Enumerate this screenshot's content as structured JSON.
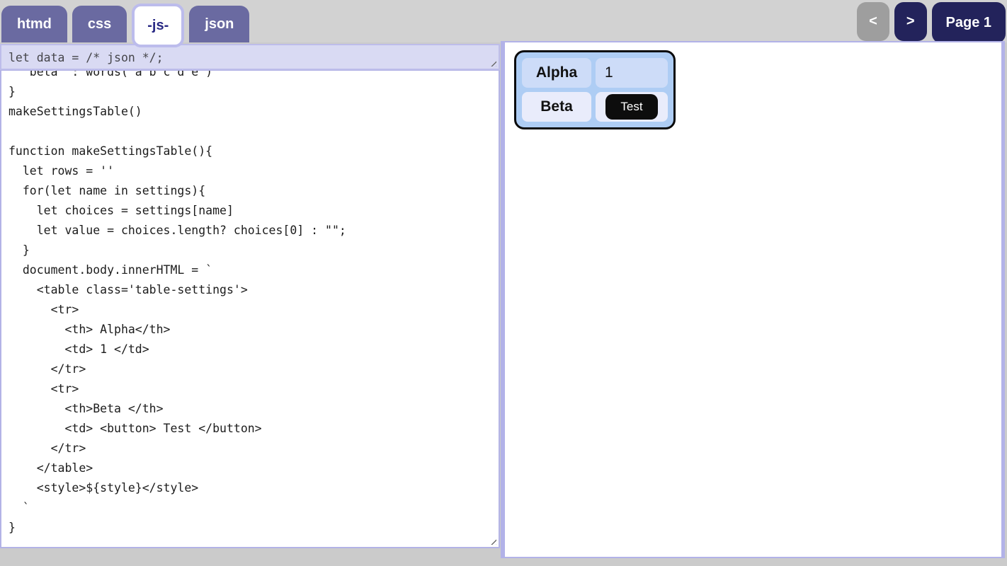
{
  "tabs": [
    {
      "label": "htmd"
    },
    {
      "label": "css"
    },
    {
      "label": "-js-"
    },
    {
      "label": "json"
    }
  ],
  "pager": {
    "prev_label": "<",
    "next_label": ">",
    "page_label": "Page 1"
  },
  "editor": {
    "header_line": "let data = /* json */;",
    "code": "  'beta' : words('a b c d e')\n}\nmakeSettingsTable()\n\nfunction makeSettingsTable(){\n  let rows = ''\n  for(let name in settings){\n    let choices = settings[name]\n    let value = choices.length? choices[0] : \"\";\n  }\n  document.body.innerHTML = `\n    <table class='table-settings'>\n      <tr>\n        <th> Alpha</th>\n        <td> 1 </td>\n      </tr>\n      <tr>\n        <th>Beta </th>\n        <td> <button> Test </button>\n      </tr>\n    </table>\n    <style>${style}</style>\n  `\n}"
  },
  "preview": {
    "rows": [
      {
        "name": "Alpha",
        "value": "1",
        "type": "text"
      },
      {
        "name": "Beta",
        "value": "Test",
        "type": "button"
      }
    ]
  },
  "colors": {
    "tab_purple": "#6a6aa1",
    "active_tab_text": "#2a2a85",
    "active_tab_border": "#bcbcec",
    "nav_navy": "#23235b",
    "nav_disabled_gray": "#9e9e9e",
    "lavender_border": "#b3b3e6",
    "editor_header_bg": "#d9daf3",
    "preview_table_bg": "#aecdf4",
    "row_odd_bg": "#cddcf8",
    "row_even_bg": "#e9ecfb",
    "test_button_bg": "#0d0d0d"
  }
}
